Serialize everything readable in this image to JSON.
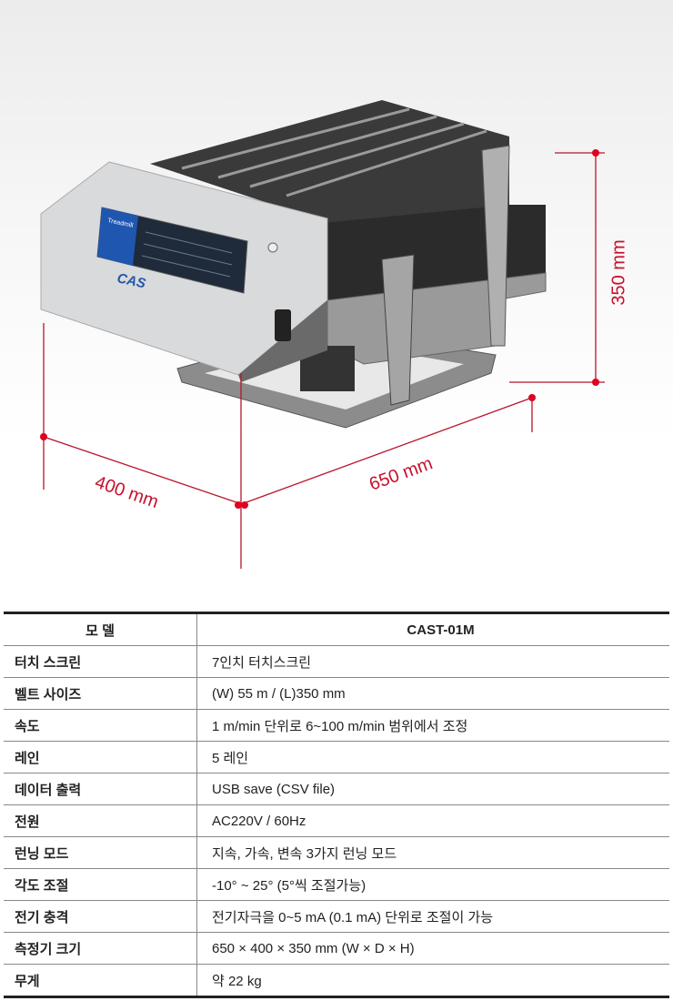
{
  "device": {
    "brand_logo": "CAS",
    "screen_title": "Treadmill"
  },
  "dimensions": {
    "depth_label": "400 mm",
    "width_label": "650 mm",
    "height_label": "350 mm",
    "color": "#c8102e"
  },
  "spec_table": {
    "header": {
      "key": "모 델",
      "value": "CAST-01M"
    },
    "rows": [
      {
        "key": "터치 스크린",
        "value": "7인치 터치스크린"
      },
      {
        "key": "벨트 사이즈",
        "value": "(W) 55 m / (L)350 mm"
      },
      {
        "key": "속도",
        "value": "1 m/min 단위로 6~100 m/min 범위에서 조정"
      },
      {
        "key": "레인",
        "value": "5 레인"
      },
      {
        "key": "데이터 출력",
        "value": "USB save (CSV file)"
      },
      {
        "key": "전원",
        "value": "AC220V / 60Hz"
      },
      {
        "key": "런닝 모드",
        "value": "지속, 가속, 변속 3가지 런닝 모드"
      },
      {
        "key": "각도 조절",
        "value": " -10°  ~ 25° (5°씩 조절가능)"
      },
      {
        "key": "전기 충격",
        "value": "전기자극을 0~5 mA (0.1 mA) 단위로 조절이 가능"
      },
      {
        "key": "측정기 크기",
        "value": "650 × 400 × 350 mm (W × D × H)"
      },
      {
        "key": "무게",
        "value": "약 22 kg"
      }
    ]
  }
}
